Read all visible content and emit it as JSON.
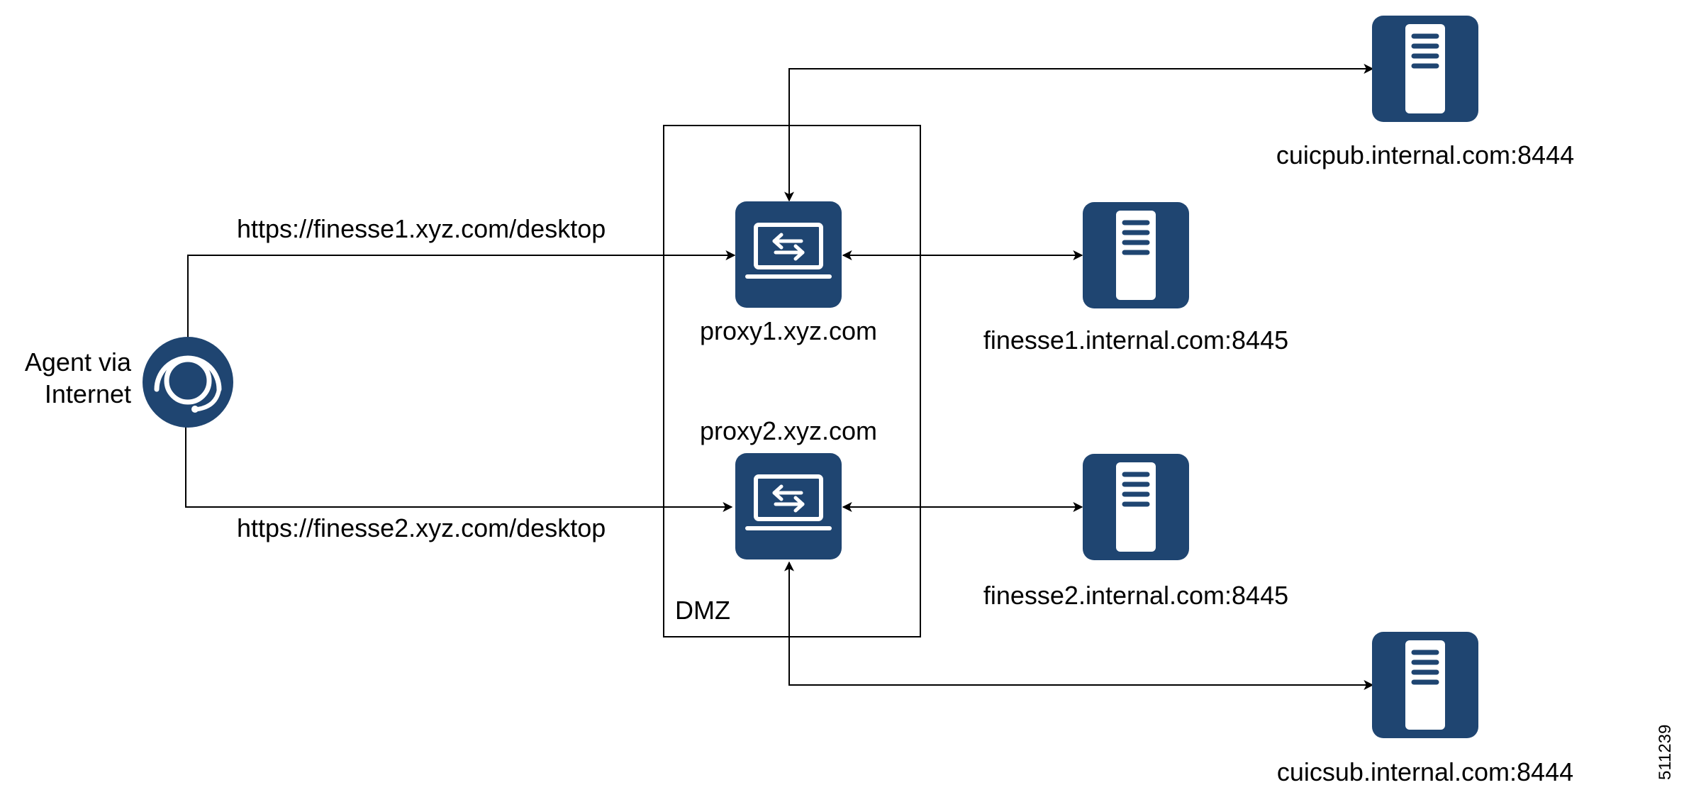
{
  "colors": {
    "icon_fill": "#1f4571",
    "line": "#000000",
    "background": "#ffffff"
  },
  "icons": {
    "agent": "headset-agent-icon",
    "proxy": "proxy-laptop-icon",
    "server": "server-tower-icon"
  },
  "zones": {
    "dmz_label": "DMZ"
  },
  "agent": {
    "label_line1": "Agent via",
    "label_line2": "Internet"
  },
  "proxies": [
    {
      "label": "proxy1.xyz.com"
    },
    {
      "label": "proxy2.xyz.com"
    }
  ],
  "servers": {
    "cuicpub": "cuicpub.internal.com:8444",
    "finesse1": "finesse1.internal.com:8445",
    "finesse2": "finesse2.internal.com:8445",
    "cuicsub": "cuicsub.internal.com:8444"
  },
  "connections": {
    "url1": "https://finesse1.xyz.com/desktop",
    "url2": "https://finesse2.xyz.com/desktop"
  },
  "figure_code": "511239"
}
